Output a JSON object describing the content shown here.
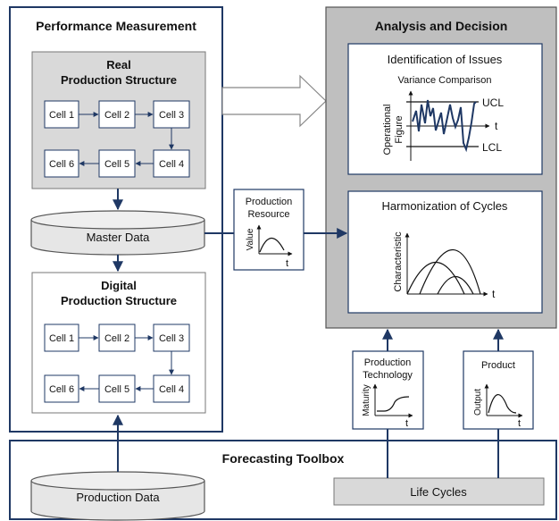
{
  "performance_measurement": {
    "title": "Performance Measurement",
    "real_structure": {
      "title_line1": "Real",
      "title_line2": "Production Structure",
      "cells": [
        "Cell 1",
        "Cell 2",
        "Cell 3",
        "Cell 4",
        "Cell 5",
        "Cell 6"
      ]
    },
    "master_data": "Master Data",
    "digital_structure": {
      "title_line1": "Digital",
      "title_line2": "Production Structure",
      "cells": [
        "Cell 1",
        "Cell 2",
        "Cell 3",
        "Cell 4",
        "Cell 5",
        "Cell 6"
      ]
    }
  },
  "analysis_decision": {
    "title": "Analysis and Decision",
    "issues": {
      "title": "Identification of Issues",
      "subtitle": "Variance Comparison",
      "ucl": "UCL",
      "lcl": "LCL",
      "t_label": "t",
      "y_label_line1": "Operational",
      "y_label_line2": "Figure"
    },
    "harmonization": {
      "title": "Harmonization of Cycles",
      "y_label": "Characteristic",
      "t_label": "t"
    }
  },
  "production_resource": {
    "title_line1": "Production",
    "title_line2": "Resource",
    "y_label": "Value",
    "t_label": "t"
  },
  "production_technology": {
    "title_line1": "Production",
    "title_line2": "Technology",
    "y_label": "Maturity",
    "t_label": "t"
  },
  "product": {
    "title": "Product",
    "y_label": "Output",
    "t_label": "t"
  },
  "forecasting_toolbox": {
    "title": "Forecasting Toolbox",
    "production_data": "Production Data",
    "life_cycles": "Life Cycles"
  },
  "colors": {
    "navy": "#1f3864",
    "box_gray": "#d9d9d9",
    "panel_gray": "#bfbfbf",
    "db_fill": "#e6e6e6"
  }
}
